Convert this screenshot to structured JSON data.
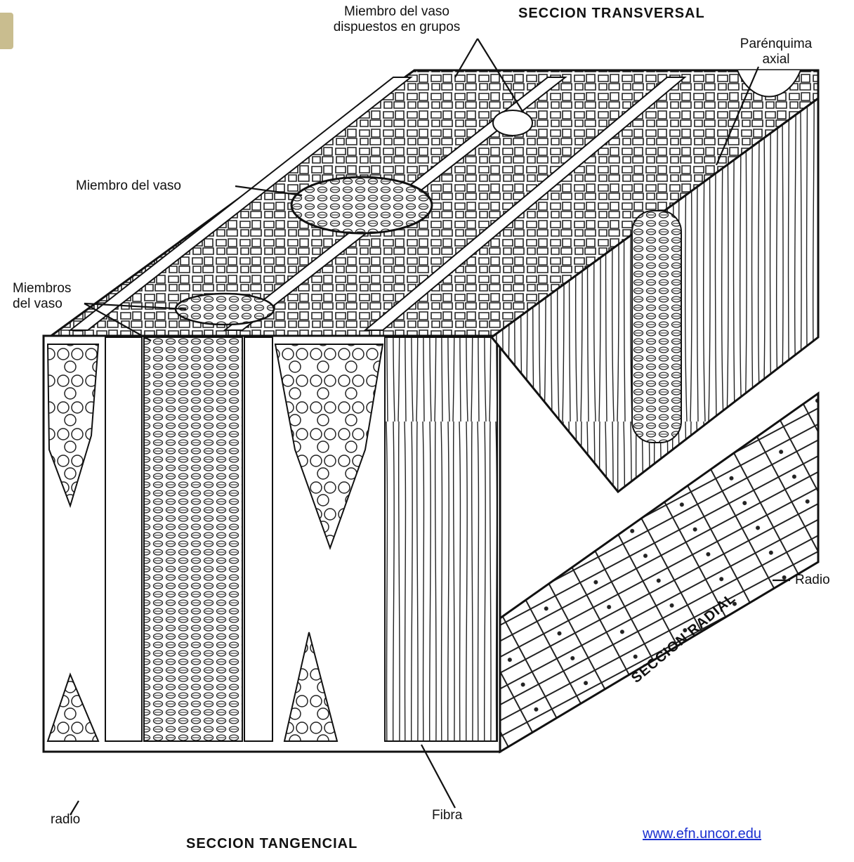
{
  "labels": {
    "top_group_line1": "Miembro del vaso",
    "top_group_line2": "dispuestos en grupos",
    "transversal": "SECCION TRANSVERSAL",
    "parenquima_line1": "Parénquima",
    "parenquima_line2": "axial",
    "miembro_vaso": "Miembro del vaso",
    "miembros_line1": "Miembros",
    "miembros_line2": "del vaso",
    "radio_right": "Radio",
    "radial": "SECCION RADIAL",
    "radio_bottom": "radio",
    "fibra": "Fibra",
    "tangencial": "SECCION TANGENCIAL"
  },
  "link": {
    "text": "www.efn.uncor.edu"
  },
  "colors": {
    "accent_tab": "#c9bd8f",
    "link": "#1a2fd0",
    "ink": "#111111"
  }
}
